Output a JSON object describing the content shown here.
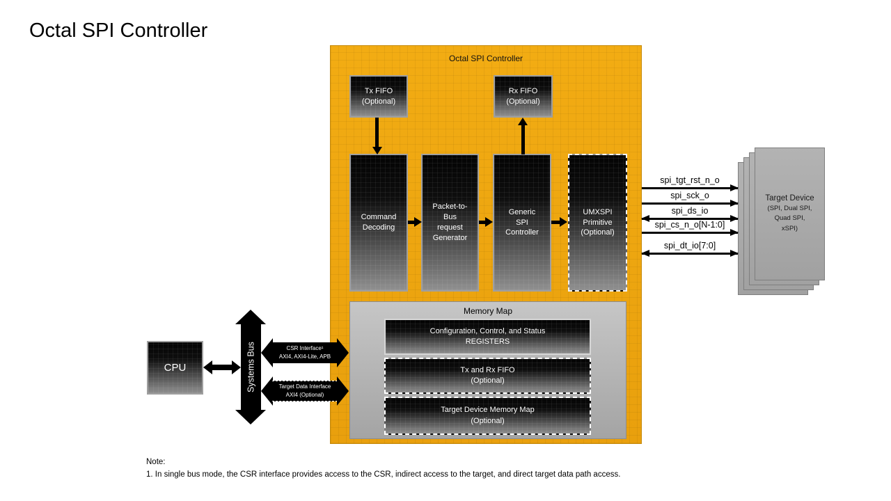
{
  "page": {
    "title": "Octal SPI Controller"
  },
  "controller": {
    "label": "Octal SPI Controller",
    "tx_fifo": "Tx FIFO\n(Optional)",
    "rx_fifo": "Rx FIFO\n(Optional)",
    "command_decoding": "Command\nDecoding",
    "packet_to_bus": "Packet-to-\nBus\nrequest\nGenerator",
    "generic_spi": "Generic\nSPI\nController",
    "umxspi": "UMXSPI\nPrimitive\n(Optional)",
    "memory_map": {
      "label": "Memory Map",
      "rows": [
        {
          "label": "Configuration, Control, and Status\nREGISTERS"
        },
        {
          "label": "Tx and Rx FIFO\n(Optional)"
        },
        {
          "label": "Target Device Memory Map\n(Optional)"
        }
      ]
    }
  },
  "signals": [
    {
      "name": "spi_tgt_rst_n_o",
      "direction": "output"
    },
    {
      "name": "spi_sck_o",
      "direction": "output"
    },
    {
      "name": "spi_ds_io",
      "direction": "bidirectional"
    },
    {
      "name": "spi_cs_n_o[N-1:0]",
      "direction": "output"
    },
    {
      "name": "spi_dt_io[7:0]",
      "direction": "bidirectional"
    }
  ],
  "target_device": {
    "title": "Target Device",
    "subtitle": "(SPI, Dual SPI,\nQuad SPI,\nxSPI)"
  },
  "cpu_label": "CPU",
  "systems_bus_label": "Systems Bus",
  "interfaces": {
    "csr_line1": "CSR Interface¹",
    "csr_line2": "AXI4, AXI4-Lite, APB",
    "target_line1": "Target Data Interface",
    "target_line2": "AXI4 (Optional)"
  },
  "note": {
    "heading": "Note:",
    "body": "1. In single bus mode, the CSR interface provides access to the CSR, indirect access to the target, and direct target data path access."
  },
  "colors": {
    "container_orange": "#EEA511",
    "block_gradient_top": "#060606",
    "block_gradient_bottom": "#8F8F8F",
    "memory_map_gray": "#B5B5B5",
    "target_device_gray": "#ACACAC"
  }
}
